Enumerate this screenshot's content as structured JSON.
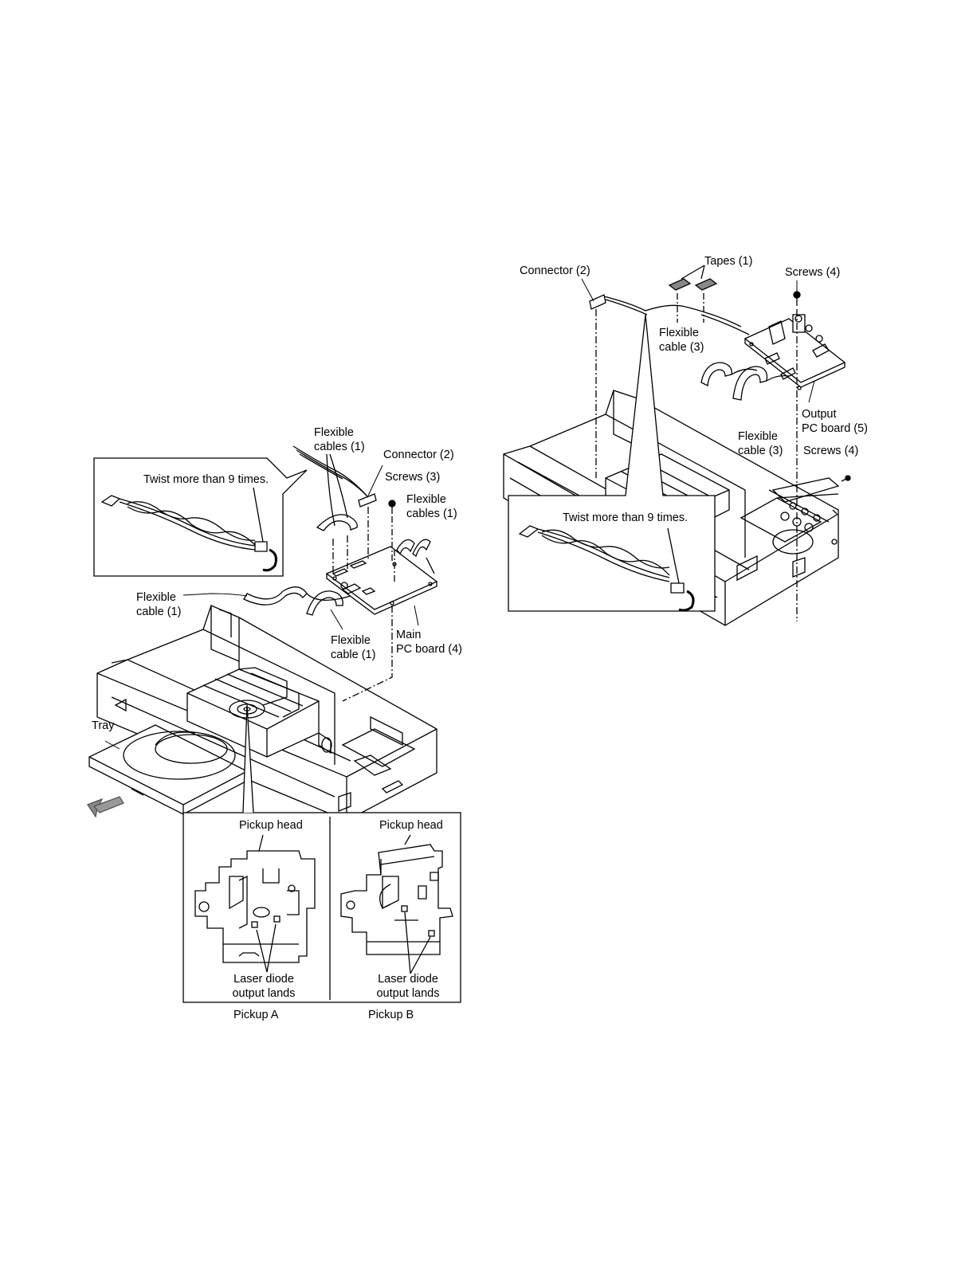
{
  "left_figure": {
    "twist_note": "Twist more than 9 times.",
    "flexible_cables_1_top": [
      "Flexible",
      "cables (1)"
    ],
    "connector_2": "Connector (2)",
    "screws_3": "Screws (3)",
    "flexible_cables_1_right": [
      "Flexible",
      "cables (1)"
    ],
    "flexible_cable_1_left": [
      "Flexible",
      "cable (1)"
    ],
    "flexible_cable_1_center": [
      "Flexible",
      "cable (1)"
    ],
    "main_pc_board_4": [
      "Main",
      "PC board (4)"
    ],
    "tray": "Tray",
    "pickup_a": {
      "head_label": "Pickup head",
      "lands_label": [
        "Laser diode",
        "output lands"
      ],
      "caption": "Pickup A"
    },
    "pickup_b": {
      "head_label": "Pickup head",
      "lands_label": [
        "Laser diode",
        "output lands"
      ],
      "caption": "Pickup B"
    }
  },
  "right_figure": {
    "connector_2": "Connector (2)",
    "tapes_1": "Tapes (1)",
    "screws_4_top": "Screws (4)",
    "flexible_cable_3_top": [
      "Flexible",
      "cable (3)"
    ],
    "flexible_cable_3_bottom": [
      "Flexible",
      "cable (3)"
    ],
    "output_pc_board_5": [
      "Output",
      "PC board (5)"
    ],
    "screws_4_bottom": "Screws (4)",
    "twist_note": "Twist more than 9 times."
  }
}
